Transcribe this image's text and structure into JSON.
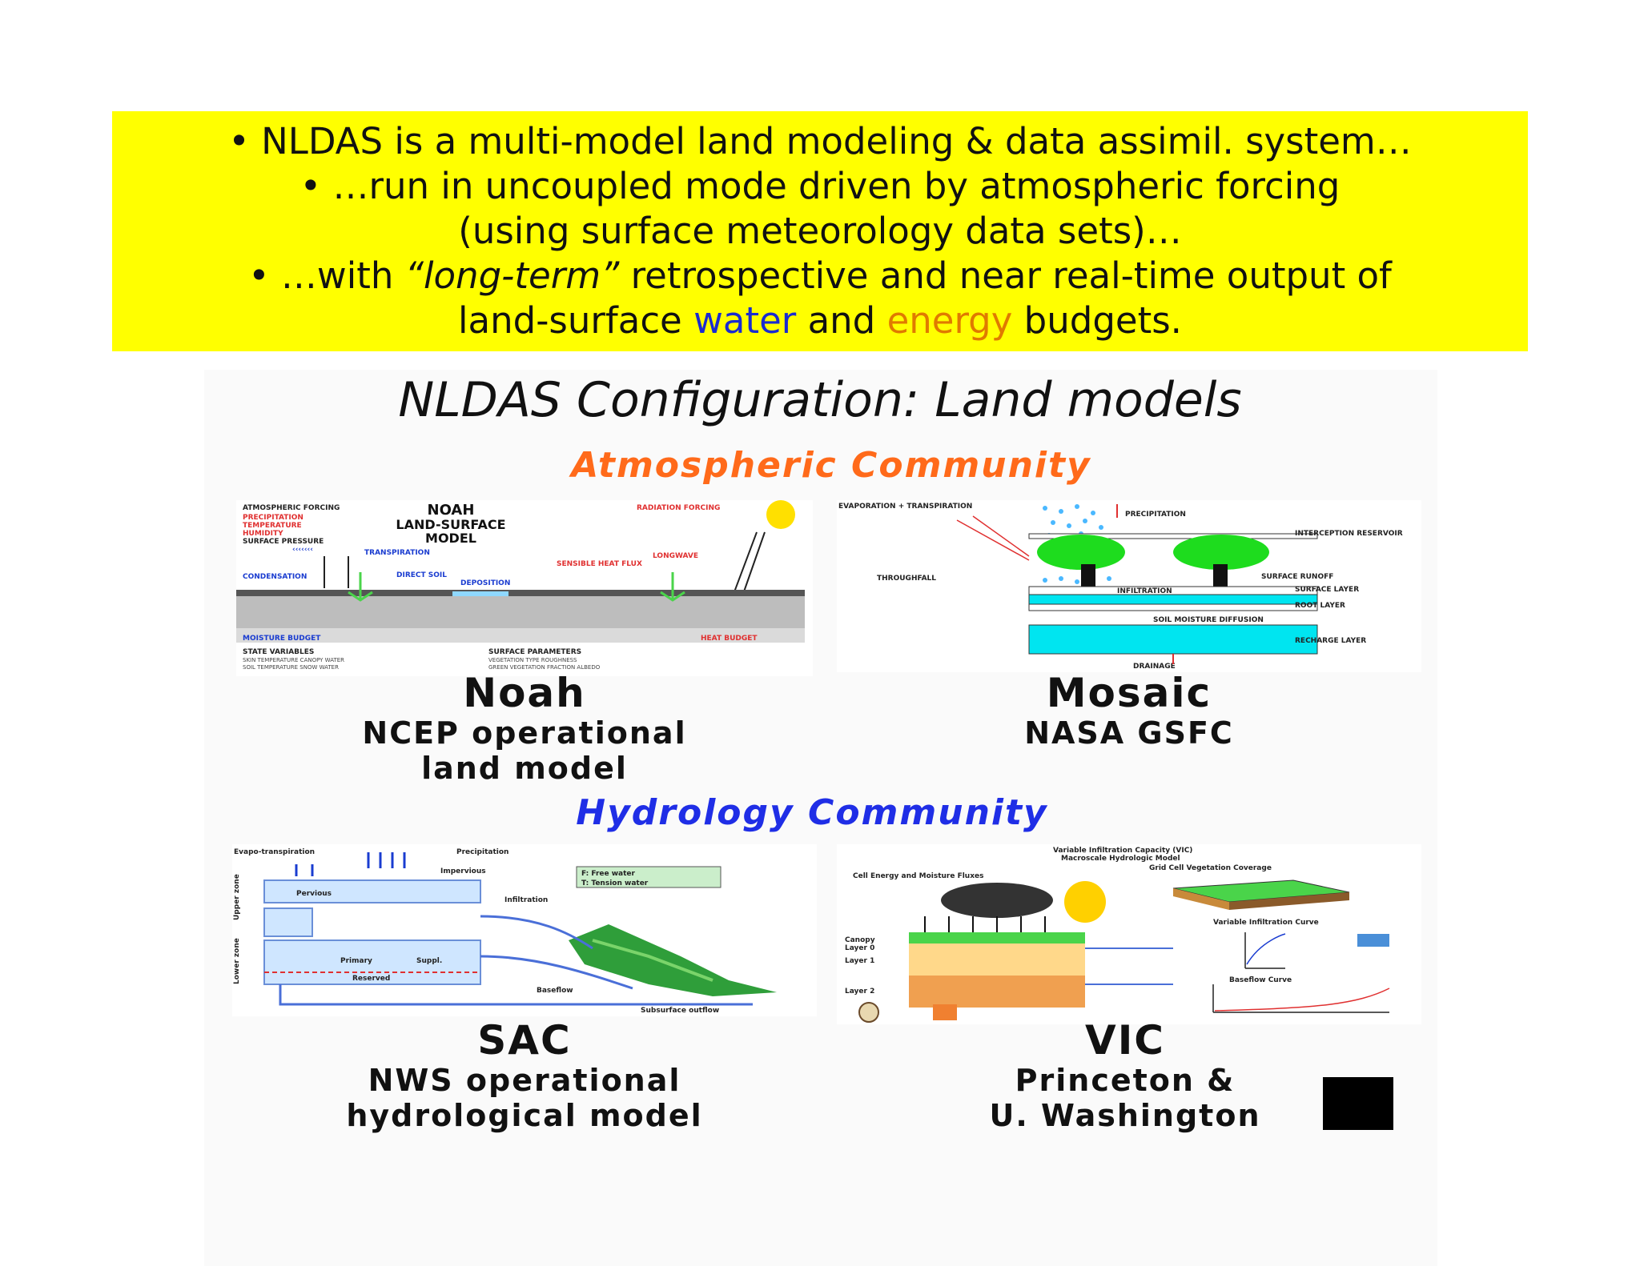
{
  "banner": {
    "line1": "• NLDAS is a multi-model land modeling & data assimil. system…",
    "line2": "• …run in uncoupled mode driven by atmospheric forcing",
    "line3": "(using surface meteorology data sets)…",
    "line4_pre": "• …with ",
    "line4_italic": "“long-term”",
    "line4_post": " retrospective and near real-time output of",
    "line5_pre": "land-surface ",
    "line5_water": "water",
    "line5_mid": " and ",
    "line5_energy": "energy",
    "line5_post": " budgets."
  },
  "config_title": "NLDAS Configuration:  Land models",
  "communities": {
    "atmospheric": "Atmospheric Community",
    "hydrology": "Hydrology Community"
  },
  "models": {
    "noah": {
      "name": "Noah",
      "sub1": "NCEP operational",
      "sub2": "land model",
      "diagram": {
        "title1": "NOAH",
        "title2": "LAND-SURFACE",
        "title3": "MODEL",
        "forcing": "ATMOSPHERIC FORCING",
        "precip": "PRECIPITATION",
        "moisture": "MOISTURE BUDGET",
        "heat": "HEAT BUDGET",
        "state": "STATE VARIABLES",
        "surface": "SURFACE PARAMETERS",
        "radiation": "RADIATION FORCING"
      }
    },
    "mosaic": {
      "name": "Mosaic",
      "sub1": "NASA GSFC",
      "diagram": {
        "evap": "EVAPORATION + TRANSPIRATION",
        "precip": "PRECIPITATION",
        "interception": "INTERCEPTION RESERVOIR",
        "throughfall": "THROUGHFALL",
        "runoff": "SURFACE RUNOFF",
        "infil": "INFILTRATION",
        "surface_layer": "SURFACE LAYER",
        "root_layer": "ROOT LAYER",
        "diffusion": "SOIL MOISTURE DIFFUSION",
        "recharge": "RECHARGE LAYER",
        "drainage": "DRAINAGE"
      }
    },
    "sac": {
      "name": "SAC",
      "sub1": "NWS operational",
      "sub2": "hydrological model",
      "diagram": {
        "evapo": "Evapo-transpiration",
        "precip": "Precipitation",
        "pervious": "Pervious",
        "impervious": "Impervious",
        "free": "F: Free water",
        "tension": "T: Tension water",
        "infiltration": "Infiltration",
        "upper": "Upper zone",
        "lower": "Lower zone",
        "primary": "Primary",
        "suppl": "Suppl.",
        "reserved": "Reserved",
        "baseflow": "Baseflow",
        "subsurface": "Subsurface outflow"
      }
    },
    "vic": {
      "name": "VIC",
      "sub1": "Princeton &",
      "sub2": "U. Washington",
      "diagram": {
        "title1": "Variable Infiltration Capacity (VIC)",
        "title2": "Macroscale Hydrologic Model",
        "fluxes": "Cell Energy and Moisture Fluxes",
        "veg": "Grid Cell Vegetation Coverage",
        "curve": "Variable Infiltration Curve",
        "baseflow": "Baseflow Curve",
        "canopy": "Canopy",
        "layer0": "Layer 0",
        "layer1": "Layer 1",
        "layer2": "Layer 2"
      }
    }
  },
  "colors": {
    "banner_bg": "#ffff00",
    "water": "#1a2bd0",
    "energy": "#e07a00",
    "atmospheric": "#ff6a1a",
    "hydrology": "#1f2ee6"
  }
}
